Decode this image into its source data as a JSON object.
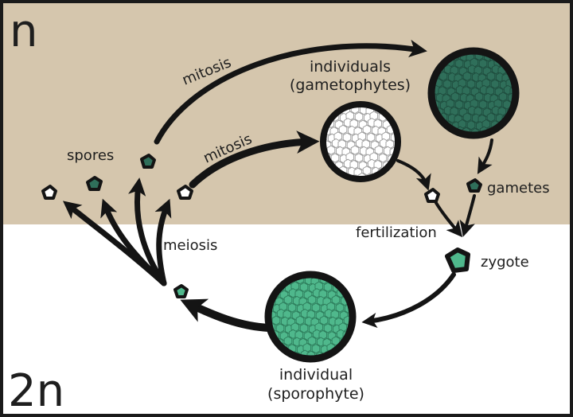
{
  "colors": {
    "haploid_bg": "#d5c6ad",
    "diploid_bg": "#ffffff",
    "border": "#1a1a1a",
    "arrow": "#141414",
    "gametophyte_cell": "#2f6f5a",
    "gametophyte_cell_alt": "#e9e9e9",
    "sporophyte_cell": "#4fb88c",
    "spore_dark": "#2f6f5a",
    "spore_light": "#ffffff",
    "zygote": "#4fb88c"
  },
  "zones": {
    "haploid_label": "n",
    "diploid_label": "2n"
  },
  "labels": {
    "mitosis_top": "mitosis",
    "mitosis_middle": "mitosis",
    "gametophytes_line1": "individuals",
    "gametophytes_line2": "(gametophytes)",
    "spores": "spores",
    "gametes": "gametes",
    "fertilization": "fertilization",
    "zygote": "zygote",
    "meiosis": "meiosis",
    "sporophyte_line1": "individual",
    "sporophyte_line2": "(sporophyte)"
  },
  "icons": {
    "gametophyte_dark": "green-gametophyte-circle-icon",
    "gametophyte_light": "white-gametophyte-circle-icon",
    "sporophyte": "green-sporophyte-circle-icon"
  }
}
